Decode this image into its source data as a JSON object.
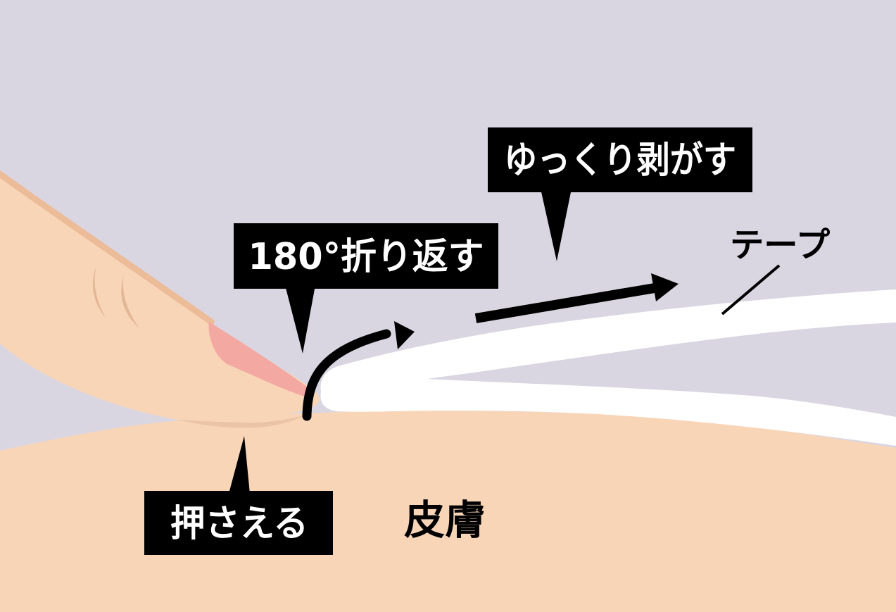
{
  "figure": {
    "description_labels": {
      "peel_slowly": "ゆっくり剥がす",
      "fold_back_180": "180°折り返す",
      "press_down": "押さえる",
      "tape": "テープ",
      "skin": "皮膚"
    }
  },
  "callouts": {
    "peel_slowly": "ゆっくり剥がす",
    "fold_back_180": "180°折り返す",
    "press_down": "押さえる"
  },
  "annotations": {
    "tape": "テープ",
    "skin": "皮膚"
  },
  "colors": {
    "background": "#D9D6E2",
    "skin": "#F9D5B8",
    "finger_outline": "#ECBB97",
    "finger_crease": "#E2B697",
    "skin_crease": "#EBC3A7",
    "nail": "#F4A8A2",
    "tape": "#FFFFFF",
    "ink": "#000000",
    "label_bg": "#000000",
    "label_text": "#FFFFFF"
  }
}
